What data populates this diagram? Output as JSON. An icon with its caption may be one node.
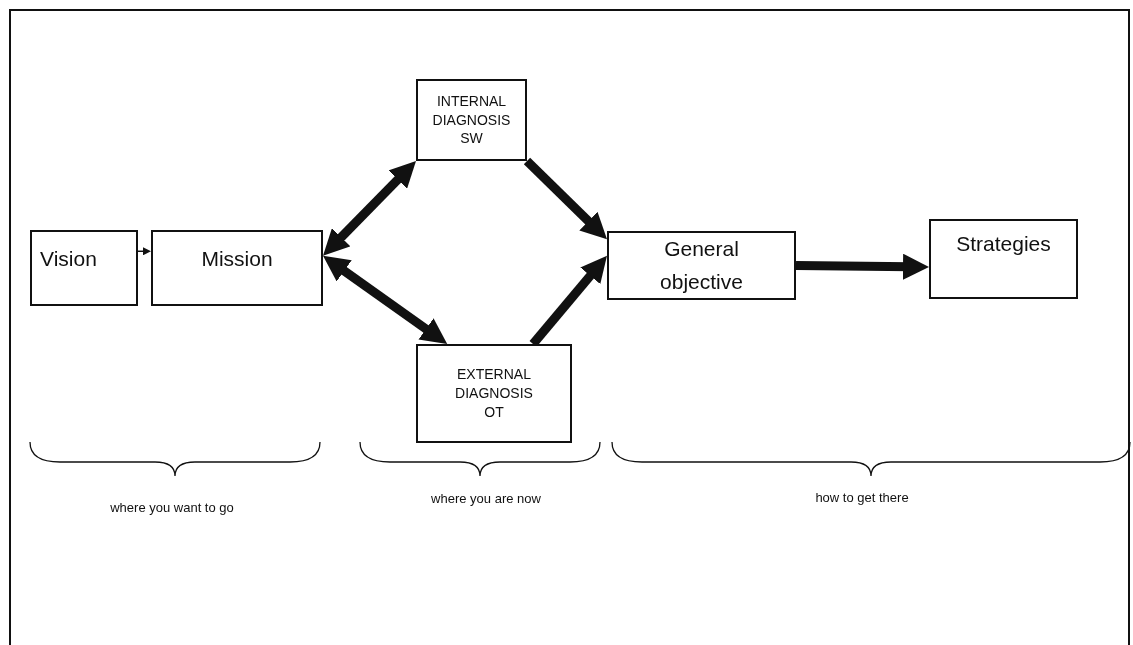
{
  "diagram": {
    "nodes": [
      {
        "text": [
          "Vision"
        ]
      },
      {
        "text": [
          "Mission"
        ]
      },
      {
        "text": [
          "INTERNAL DIAGNOSIS SW"
        ]
      },
      {
        "text": [
          "EXTERNAL DIAGNOSIS OT"
        ]
      },
      {
        "text": [
          "General objective"
        ]
      },
      {
        "text": [
          "Strategies"
        ]
      }
    ],
    "edges": [
      {
        "from": 0,
        "to": 1,
        "arrow": "to"
      },
      {
        "from": 1,
        "to": 2,
        "arrow": "both"
      },
      {
        "from": 1,
        "to": 3,
        "arrow": "both"
      },
      {
        "from": 2,
        "to": 4,
        "arrow": "to"
      },
      {
        "from": 3,
        "to": 4,
        "arrow": "to"
      },
      {
        "from": 4,
        "to": 5,
        "arrow": "to"
      }
    ],
    "labels": [
      "where you want to go",
      "where you are now",
      "how to get there"
    ]
  }
}
